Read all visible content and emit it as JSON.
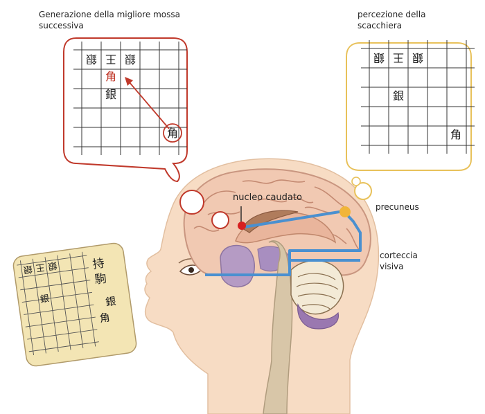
{
  "labels": {
    "left_title_line1": "Generazione della migliore mossa",
    "left_title_line2": "successiva",
    "right_title_line1": "percezione della",
    "right_title_line2": "scacchiera",
    "caudate": "nucleo caudato",
    "precuneus": "precuneus",
    "visual_line1": "corteccia",
    "visual_line2": "visiva"
  },
  "board_left": {
    "top_row": [
      "銀",
      "王",
      "銀"
    ],
    "bishop_moved": "角",
    "silver": "銀",
    "bishop_origin": "角"
  },
  "board_right": {
    "top_row": [
      "銀",
      "王",
      "銀"
    ],
    "silver": "銀",
    "bishop": "角"
  },
  "board_card": {
    "top_row": [
      "銀",
      "王",
      "銀"
    ],
    "silver": "銀",
    "hand_label_1": "持",
    "hand_label_2": "駒",
    "hand_silver": "銀",
    "hand_bishop": "角"
  },
  "colors": {
    "left_bubble": "#c0392b",
    "right_bubble": "#e8c15a",
    "pathway": "#4a90d0",
    "caudate_dot": "#d62020",
    "precuneus_dot": "#f0b53a"
  }
}
